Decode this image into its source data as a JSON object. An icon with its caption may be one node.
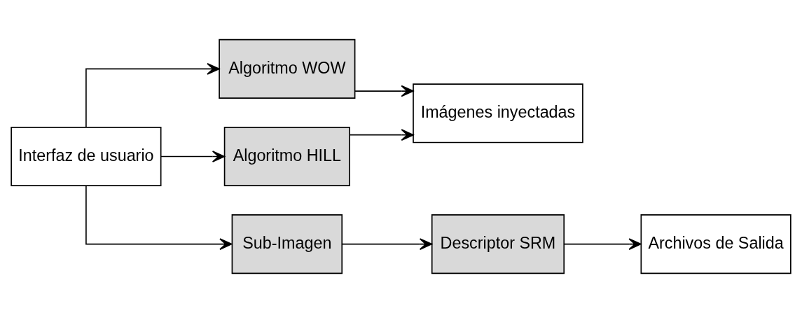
{
  "diagram": {
    "nodes": [
      {
        "text": [
          "Interfaz de usuario"
        ]
      },
      {
        "text": [
          "Algoritmo WOW"
        ]
      },
      {
        "text": [
          "Algoritmo HILL"
        ]
      },
      {
        "text": [
          "Sub-Imagen"
        ]
      },
      {
        "text": [
          "Imágenes inyectadas"
        ]
      },
      {
        "text": [
          "Descriptor SRM"
        ]
      },
      {
        "text": [
          "Archivos de Salida"
        ]
      }
    ],
    "edges": [
      {
        "from": 0,
        "to": 1,
        "arrow": "to"
      },
      {
        "from": 0,
        "to": 2,
        "arrow": "to"
      },
      {
        "from": 0,
        "to": 3,
        "arrow": "to"
      },
      {
        "from": 1,
        "to": 4,
        "arrow": "to"
      },
      {
        "from": 2,
        "to": 4,
        "arrow": "to"
      },
      {
        "from": 3,
        "to": 5,
        "arrow": "to"
      },
      {
        "from": 5,
        "to": 6,
        "arrow": "to"
      }
    ]
  }
}
